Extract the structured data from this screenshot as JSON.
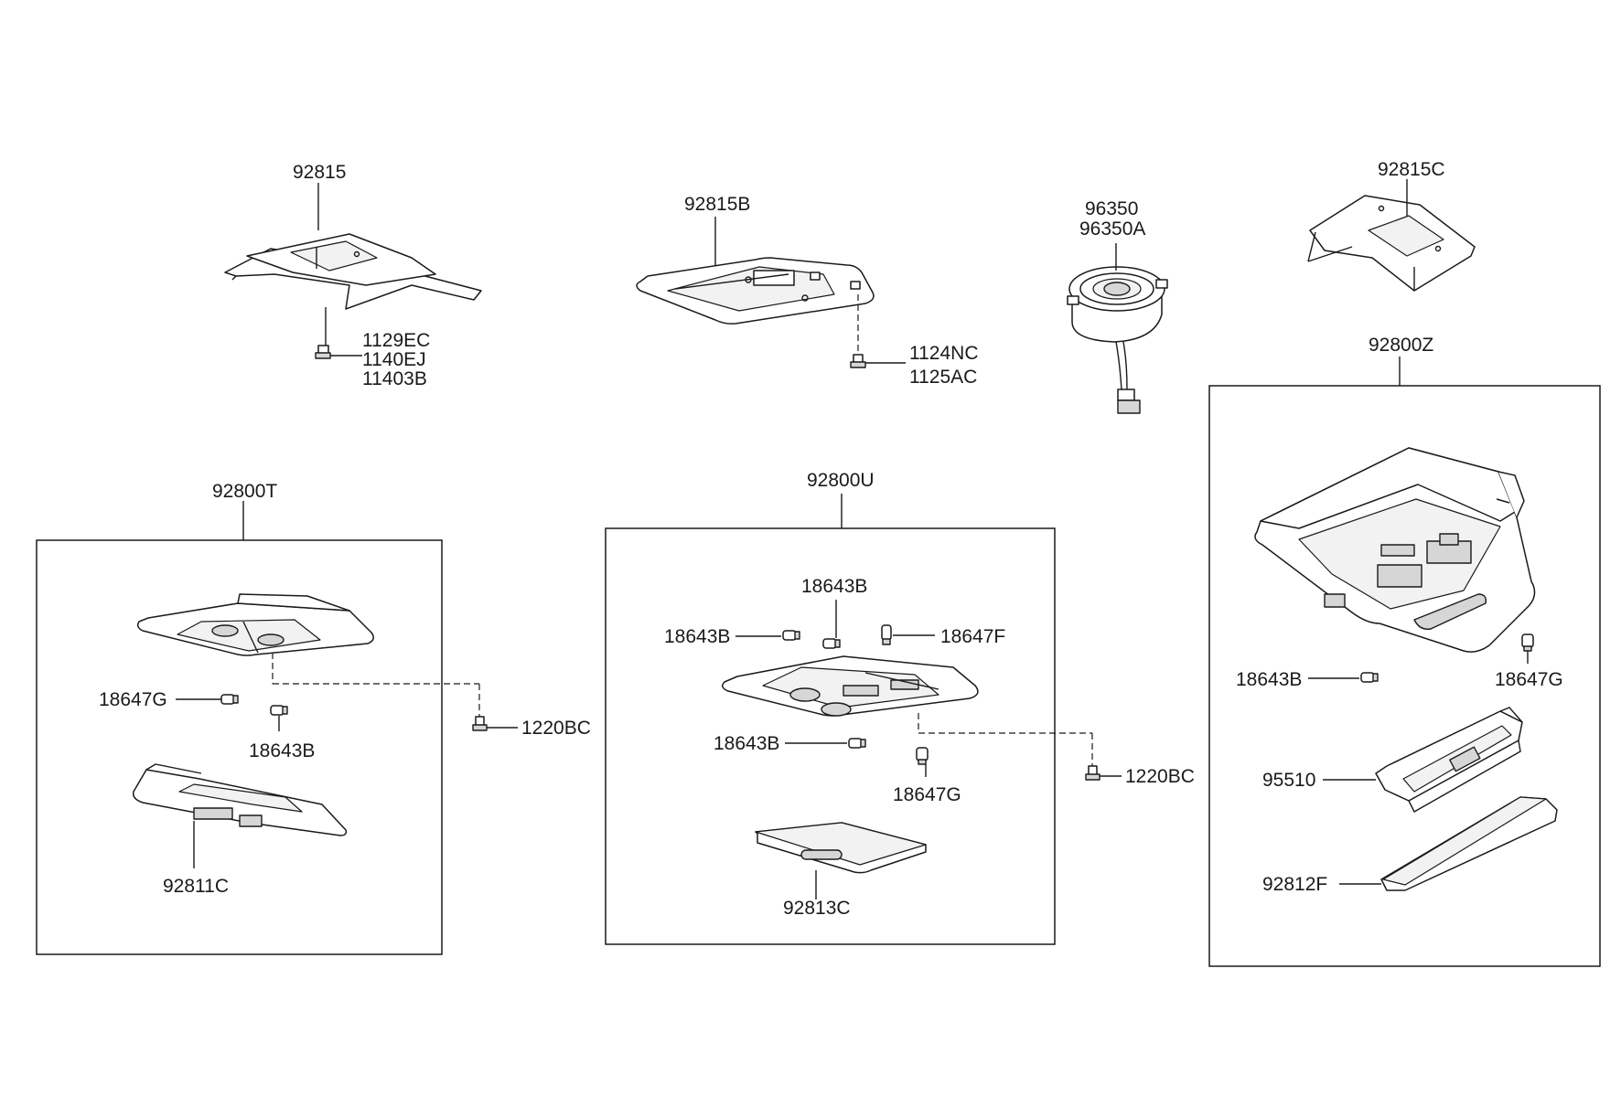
{
  "labels": {
    "p92815": "92815",
    "p1129EC": "1129EC",
    "p1140EJ": "1140EJ",
    "p11403B": "11403B",
    "p92815B": "92815B",
    "p1124NC": "1124NC",
    "p1125AC": "1125AC",
    "p96350": "96350",
    "p96350A": "96350A",
    "p92815C": "92815C",
    "p92800Z": "92800Z",
    "p92800T": "92800T",
    "t18647G": "18647G",
    "t18643B": "18643B",
    "t92811C": "92811C",
    "t1220BC": "1220BC",
    "p92800U": "92800U",
    "u18643B_top": "18643B",
    "u18643B_left": "18643B",
    "u18647F": "18647F",
    "u18643B_mid": "18643B",
    "u18647G": "18647G",
    "u92813C": "92813C",
    "u1220BC": "1220BC",
    "z18643B": "18643B",
    "z18647G": "18647G",
    "z95510": "95510",
    "z92812F": "92812F"
  }
}
